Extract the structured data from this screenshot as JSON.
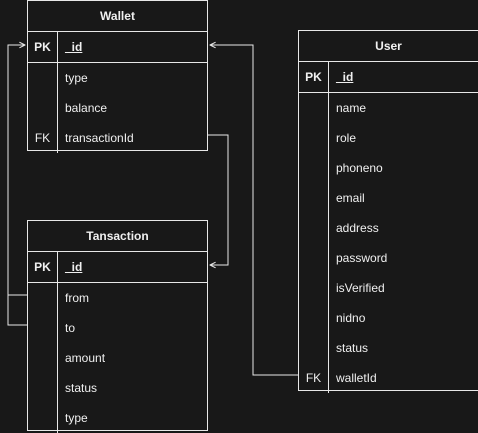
{
  "colors": {
    "background": "#181818",
    "stroke": "#e8e8e8",
    "text": "#f0f0f0"
  },
  "entities": {
    "wallet": {
      "title": "Wallet",
      "rows": [
        {
          "key": "PK",
          "field": "_id"
        },
        {
          "key": "",
          "field": "type"
        },
        {
          "key": "",
          "field": "balance"
        },
        {
          "key": "FK",
          "field": "transactionId"
        }
      ]
    },
    "transaction": {
      "title": "Tansaction",
      "rows": [
        {
          "key": "PK",
          "field": "_id"
        },
        {
          "key": "",
          "field": "from"
        },
        {
          "key": "",
          "field": "to"
        },
        {
          "key": "",
          "field": "amount"
        },
        {
          "key": "",
          "field": "status"
        },
        {
          "key": "",
          "field": "type"
        }
      ]
    },
    "user": {
      "title": "User",
      "rows": [
        {
          "key": "PK",
          "field": "_id"
        },
        {
          "key": "",
          "field": "name"
        },
        {
          "key": "",
          "field": "role"
        },
        {
          "key": "",
          "field": "phoneno"
        },
        {
          "key": "",
          "field": "email"
        },
        {
          "key": "",
          "field": "address"
        },
        {
          "key": "",
          "field": "password"
        },
        {
          "key": "",
          "field": "isVerified"
        },
        {
          "key": "",
          "field": "nidno"
        },
        {
          "key": "",
          "field": "status"
        },
        {
          "key": "FK",
          "field": "walletId"
        }
      ]
    }
  }
}
